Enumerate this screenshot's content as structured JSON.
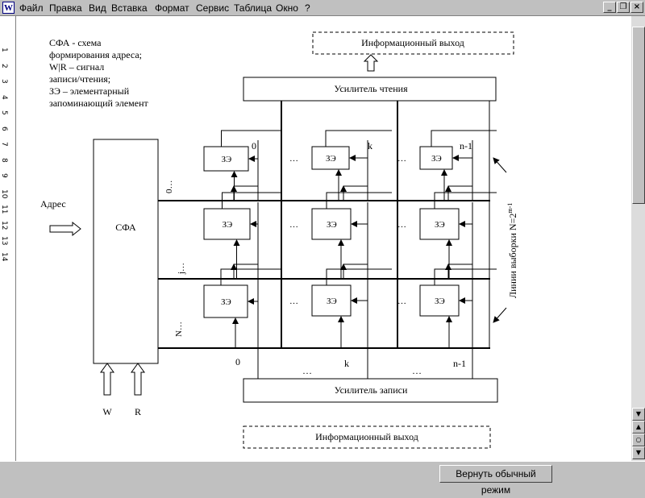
{
  "menubar": {
    "app_icon": "W",
    "items": [
      "Файл",
      "Правка",
      "Вид",
      "Вставка",
      "Формат",
      "Сервис",
      "Таблица",
      "Окно",
      "?"
    ],
    "underlined": [
      "Ф",
      "П",
      "В",
      "с",
      "о",
      "С",
      "Т",
      "О",
      "?"
    ]
  },
  "window_buttons": {
    "minimize": "_",
    "restore": "❐",
    "close": "×"
  },
  "ruler": [
    "1",
    "2",
    "3",
    "4",
    "5",
    "6",
    "7",
    "8",
    "9",
    "10",
    "11",
    "12",
    "13",
    "14"
  ],
  "legend": [
    "СФА - схема",
    "формирования адреса;",
    "W|R – сигнал",
    "записи/чтения;",
    "ЗЭ – элементарный",
    "запоминающий элемент"
  ],
  "top_output": "Информационный выход",
  "read_amp": "Усилитель чтения",
  "write_amp": "Усилитель записи",
  "bottom_output": "Информационный выход",
  "address_label": "Адрес",
  "sfa_label": "СФА",
  "cell_label": "ЗЭ",
  "w_label": "W",
  "r_label": "R",
  "row_labels": [
    "0…",
    "j…",
    "N…"
  ],
  "col_labels_top": [
    "0",
    "k",
    "n-1"
  ],
  "col_labels_bottom": [
    "0",
    "k",
    "n-1"
  ],
  "dots": "…",
  "side_label": "Линии выборки N=2",
  "side_label_exp": "m-1",
  "status": {
    "restore_button": "Вернуть обычный режим"
  },
  "scroll": {
    "up": "▲",
    "down": "▼",
    "prev": "▲",
    "select": "○",
    "next": "▼"
  }
}
